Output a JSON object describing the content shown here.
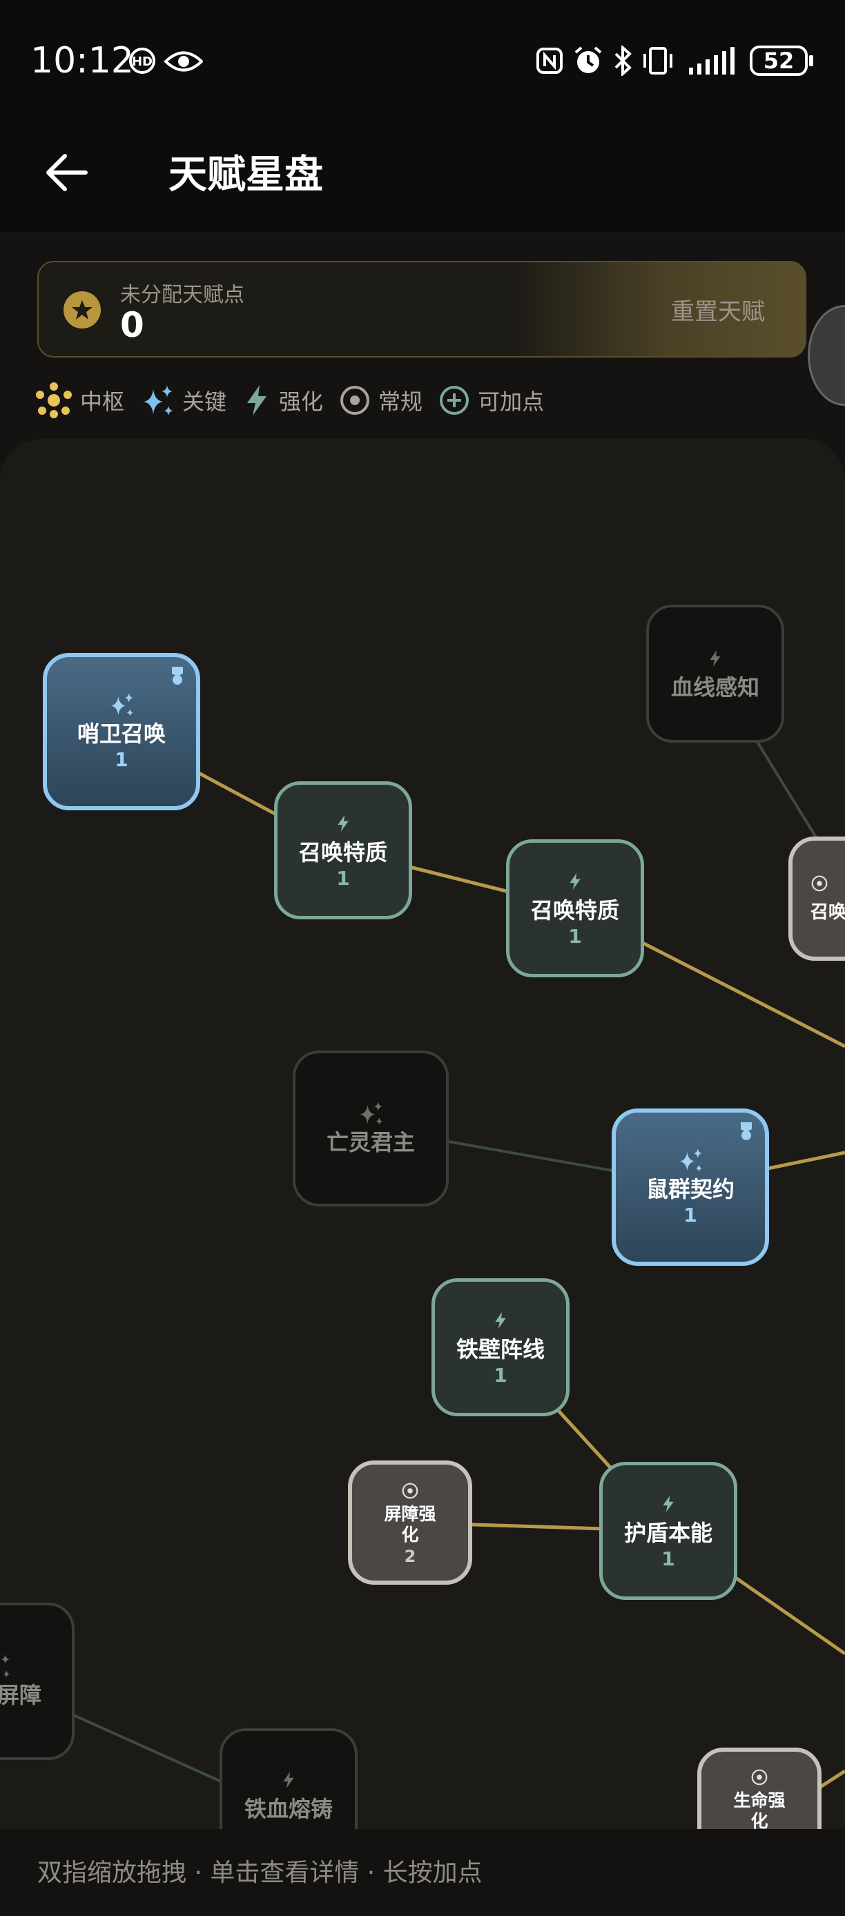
{
  "status_bar": {
    "time": "10:12",
    "battery": "52",
    "icons": [
      "hd-icon",
      "eye-icon",
      "nfc-icon",
      "alarm-icon",
      "bluetooth-icon",
      "vibrate-icon",
      "signal-icon"
    ]
  },
  "header": {
    "title": "天赋星盘",
    "back_icon": "arrow-left-icon"
  },
  "points_card": {
    "label": "未分配天赋点",
    "value": "0",
    "reset_label": "重置天赋"
  },
  "legend": {
    "hub": "中枢",
    "key": "关键",
    "enhance": "强化",
    "regular": "常规",
    "addable": "可加点"
  },
  "nodes": {
    "sentry_summon": {
      "name": "哨卫召唤",
      "level": "1",
      "type": "keystone"
    },
    "summon_trait_1": {
      "name": "召唤特质",
      "level": "1",
      "type": "enhance"
    },
    "summon_trait_2": {
      "name": "召唤特质",
      "level": "1",
      "type": "enhance"
    },
    "summon_partial": {
      "name": "召唤",
      "level": "",
      "type": "regular"
    },
    "blood_sense": {
      "name": "血线感知",
      "level": "",
      "type": "locked"
    },
    "undead_lord": {
      "name": "亡灵君主",
      "level": "",
      "type": "locked"
    },
    "rat_pact": {
      "name": "鼠群契约",
      "level": "1",
      "type": "keystone"
    },
    "iron_wall": {
      "name": "铁壁阵线",
      "level": "1",
      "type": "enhance"
    },
    "barrier_boost": {
      "name_line1": "屏障强",
      "name_line2": "化",
      "level": "2",
      "type": "regular"
    },
    "shield_instinct": {
      "name": "护盾本能",
      "level": "1",
      "type": "enhance"
    },
    "barrier_partial": {
      "name": "屏障",
      "level": "",
      "type": "locked"
    },
    "iron_blood_forge": {
      "name": "铁血熔铸",
      "level": "",
      "type": "locked"
    },
    "life_boost": {
      "name_line1": "生命强",
      "name_line2": "化",
      "level": "",
      "type": "regular"
    }
  },
  "colors": {
    "link_active": "#b89a4a",
    "link_inactive": "#3d4a46",
    "keystone_border": "#8fc8f0",
    "enhance_border": "#7da898",
    "regular_border": "#c7c2b8",
    "accent_gold": "#b8963c"
  },
  "footer": {
    "hint": "双指缩放拖拽 · 单击查看详情 · 长按加点"
  }
}
